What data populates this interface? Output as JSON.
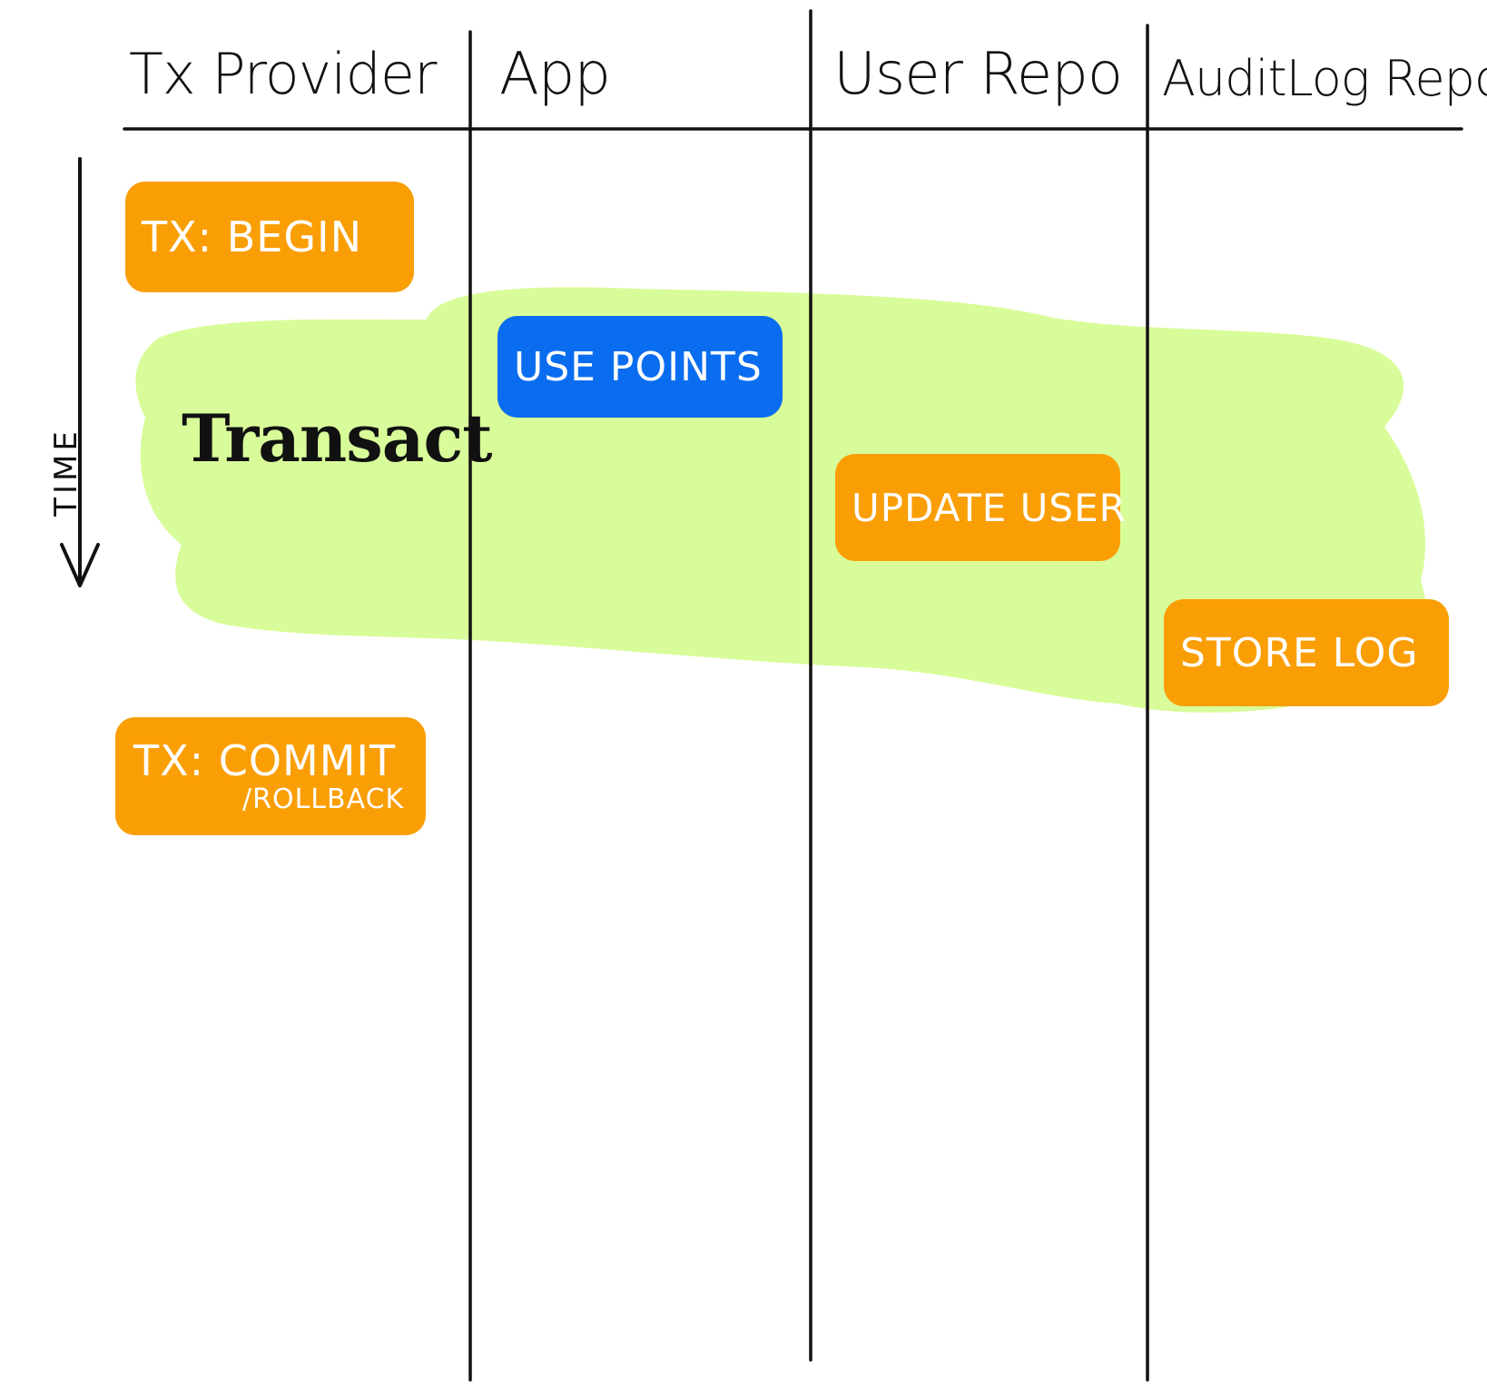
{
  "lanes": {
    "tx_provider": "Tx Provider",
    "app": "App",
    "user_repo": "User Repo",
    "audit_log_repo": "AuditLog Repo"
  },
  "axis": {
    "label": "TIME"
  },
  "region": {
    "label": "Transact"
  },
  "steps": {
    "begin": "TX: BEGIN",
    "use_points": "USE POINTS",
    "update_user": "UPDATE USER",
    "store_log": "STORE LOG",
    "commit": "TX: COMMIT",
    "commit_sub": "/ROLLBACK"
  },
  "colors": {
    "orange": "#fa9e06",
    "blue": "#0a6df0",
    "highlight": "#d9fc9a"
  }
}
